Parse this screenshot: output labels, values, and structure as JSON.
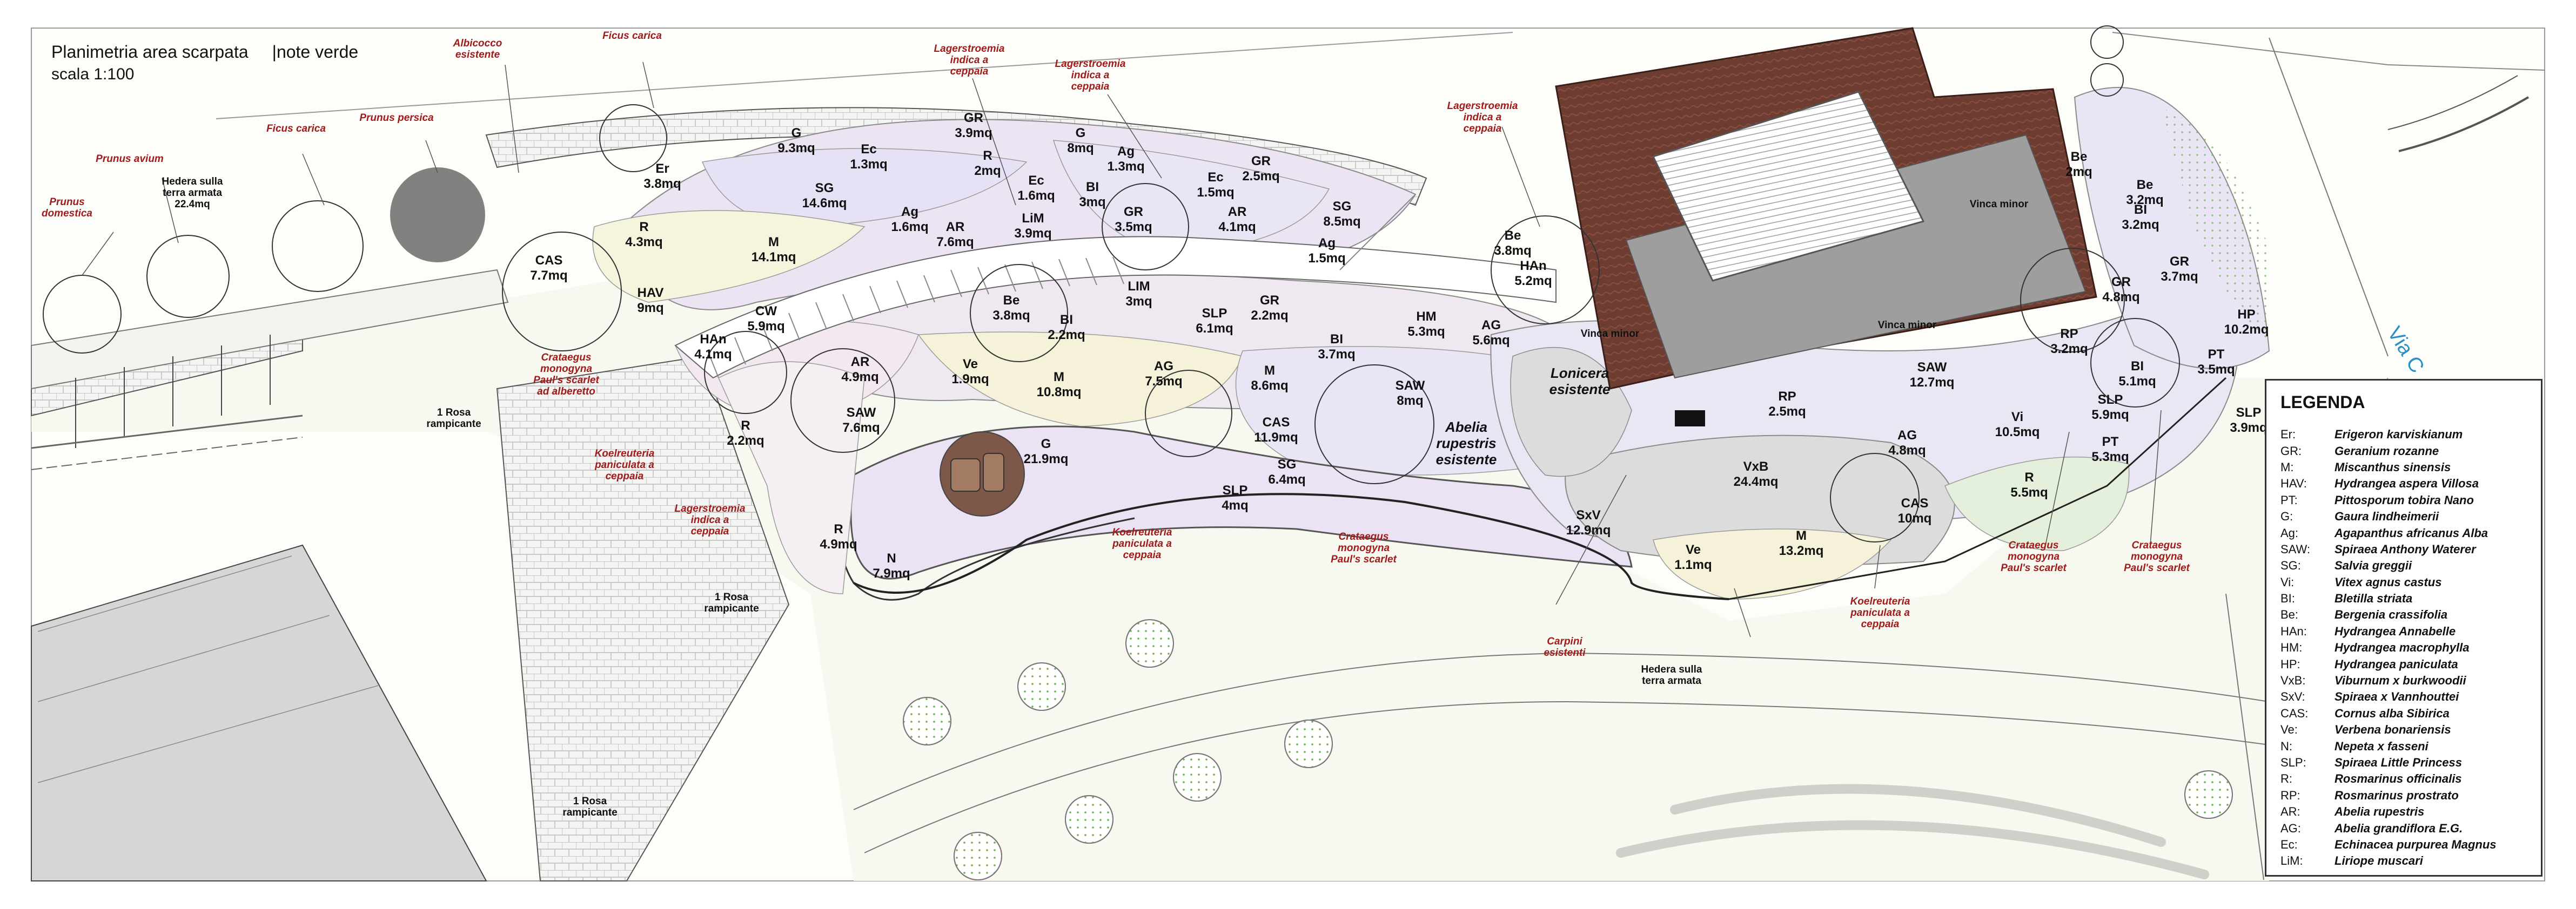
{
  "header": {
    "title": "Planimetria area scarpata",
    "subtitle": "|note verde",
    "scale": "scala 1:100"
  },
  "road_label": "Via C",
  "zones": [
    {
      "code": "Er",
      "area": "3.8mq"
    },
    {
      "code": "R",
      "area": "4.3mq"
    },
    {
      "code": "CAS",
      "area": "7.7mq"
    },
    {
      "code": "HAV",
      "area": "9mq"
    },
    {
      "code": "G",
      "area": "9.3mq"
    },
    {
      "code": "SG",
      "area": "14.6mq"
    },
    {
      "code": "M",
      "area": "14.1mq"
    },
    {
      "code": "Ec",
      "area": "1.3mq"
    },
    {
      "code": "GR",
      "area": "3.9mq"
    },
    {
      "code": "R",
      "area": "2mq"
    },
    {
      "code": "G",
      "area": "8mq"
    },
    {
      "code": "Ag",
      "area": "1.3mq"
    },
    {
      "code": "Ag",
      "area": "1.6mq"
    },
    {
      "code": "Ec",
      "area": "1.6mq"
    },
    {
      "code": "BI",
      "area": "3mq"
    },
    {
      "code": "AR",
      "area": "7.6mq"
    },
    {
      "code": "LiM",
      "area": "3.9mq"
    },
    {
      "code": "GR",
      "area": "3.5mq"
    },
    {
      "code": "Ec",
      "area": "1.5mq"
    },
    {
      "code": "GR",
      "area": "2.5mq"
    },
    {
      "code": "AR",
      "area": "4.1mq"
    },
    {
      "code": "SG",
      "area": "8.5mq"
    },
    {
      "code": "Ag",
      "area": "1.5mq"
    },
    {
      "code": "LIM",
      "area": "3mq"
    },
    {
      "code": "GR",
      "area": "2.2mq"
    },
    {
      "code": "SLP",
      "area": "6.1mq"
    },
    {
      "code": "Be",
      "area": "3.8mq"
    },
    {
      "code": "BI",
      "area": "2.2mq"
    },
    {
      "code": "CW",
      "area": "5.9mq"
    },
    {
      "code": "HAn",
      "area": "4.1mq"
    },
    {
      "code": "AR",
      "area": "4.9mq"
    },
    {
      "code": "Ve",
      "area": "1.9mq"
    },
    {
      "code": "M",
      "area": "10.8mq"
    },
    {
      "code": "AG",
      "area": "7.5mq"
    },
    {
      "code": "M",
      "area": "8.6mq"
    },
    {
      "code": "BI",
      "area": "3.7mq"
    },
    {
      "code": "HM",
      "area": "5.3mq"
    },
    {
      "code": "AG",
      "area": "5.6mq"
    },
    {
      "code": "Be",
      "area": "3.8mq"
    },
    {
      "code": "HAn",
      "area": "5.2mq"
    },
    {
      "code": "SAW",
      "area": "7.6mq"
    },
    {
      "code": "R",
      "area": "2.2mq"
    },
    {
      "code": "CAS",
      "area": "11.9mq"
    },
    {
      "code": "SAW",
      "area": "8mq"
    },
    {
      "code": "G",
      "area": "21.9mq"
    },
    {
      "code": "SG",
      "area": "6.4mq"
    },
    {
      "code": "SLP",
      "area": "4mq"
    },
    {
      "code": "R",
      "area": "4.9mq"
    },
    {
      "code": "N",
      "area": "7.9mq"
    },
    {
      "code": "SxV",
      "area": "12.9mq"
    },
    {
      "code": "Ve",
      "area": "1.1mq"
    },
    {
      "code": "M",
      "area": "13.2mq"
    },
    {
      "code": "RP",
      "area": "2.5mq"
    },
    {
      "code": "SAW",
      "area": "12.7mq"
    },
    {
      "code": "VxB",
      "area": "24.4mq"
    },
    {
      "code": "AG",
      "area": "4.8mq"
    },
    {
      "code": "Vi",
      "area": "10.5mq"
    },
    {
      "code": "CAS",
      "area": "10mq"
    },
    {
      "code": "R",
      "area": "5.5mq"
    },
    {
      "code": "PT",
      "area": "5.3mq"
    },
    {
      "code": "SLP",
      "area": "5.9mq"
    },
    {
      "code": "BI",
      "area": "5.1mq"
    },
    {
      "code": "GR",
      "area": "4.8mq"
    },
    {
      "code": "RP",
      "area": "3.2mq"
    },
    {
      "code": "Be",
      "area": "2mq"
    },
    {
      "code": "Be",
      "area": "3.2mq"
    },
    {
      "code": "BI",
      "area": "3.2mq"
    },
    {
      "code": "GR",
      "area": "3.7mq"
    },
    {
      "code": "HP",
      "area": "10.2mq"
    },
    {
      "code": "PT",
      "area": "3.5mq"
    },
    {
      "code": "SLP",
      "area": "3.9mq"
    }
  ],
  "tree_notes": [
    "Prunus domestica",
    "Prunus avium",
    "Ficus carica",
    "Prunus persica",
    "Albicocco esistente",
    "Ficus carica",
    "Lagerstroemia indica a ceppaia",
    "Lagerstroemia indica a ceppaia",
    "Lagerstroemia indica a ceppaia",
    "Crataegus monogyna Paul's scarlet ad alberetto",
    "Koelreuteria paniculata a ceppaia",
    "Lagerstroemia indica a ceppaia",
    "Koelreuteria paniculata a ceppaia",
    "Crataegus monogyna Paul's scarlet",
    "Carpini esistenti",
    "Koelreuteria paniculata a ceppaia",
    "Crataegus monogyna Paul's scarlet",
    "Crataegus monogyna Paul's scarlet"
  ],
  "black_notes": [
    "Hedera sulla terra armata 22.4mq",
    "1 Rosa rampicante",
    "1 Rosa rampicante",
    "1 Rosa rampicante",
    "Hedera sulla terra armata",
    "Vinca minor",
    "Vinca minor",
    "Vinca minor"
  ],
  "existing_labels": [
    "Lonicera esistente",
    "Abelia rupestris esistente"
  ],
  "legend": {
    "title": "LEGENDA",
    "items": [
      {
        "code": "Er:",
        "name": "Erigeron karviskianum"
      },
      {
        "code": "GR:",
        "name": "Geranium rozanne"
      },
      {
        "code": "M:",
        "name": "Miscanthus sinensis"
      },
      {
        "code": "HAV:",
        "name": "Hydrangea aspera Villosa"
      },
      {
        "code": "PT:",
        "name": "Pittosporum tobira Nano"
      },
      {
        "code": "G:",
        "name": "Gaura lindheimerii"
      },
      {
        "code": "Ag:",
        "name": "Agapanthus africanus Alba"
      },
      {
        "code": "SAW:",
        "name": "Spiraea Anthony Waterer"
      },
      {
        "code": "SG:",
        "name": "Salvia greggii"
      },
      {
        "code": "Vi:",
        "name": "Vitex agnus castus"
      },
      {
        "code": "BI:",
        "name": "Bletilla striata"
      },
      {
        "code": "Be:",
        "name": "Bergenia crassifolia"
      },
      {
        "code": "HAn:",
        "name": "Hydrangea Annabelle"
      },
      {
        "code": "HM:",
        "name": "Hydrangea macrophylla"
      },
      {
        "code": "HP:",
        "name": "Hydrangea paniculata"
      },
      {
        "code": "VxB:",
        "name": "Viburnum x burkwoodii"
      },
      {
        "code": "SxV:",
        "name": "Spiraea x Vannhouttei"
      },
      {
        "code": "CAS:",
        "name": "Cornus alba Sibirica"
      },
      {
        "code": "Ve:",
        "name": "Verbena bonariensis"
      },
      {
        "code": "N:",
        "name": "Nepeta x fasseni"
      },
      {
        "code": "SLP:",
        "name": "Spiraea Little Princess"
      },
      {
        "code": "R:",
        "name": "Rosmarinus officinalis"
      },
      {
        "code": "RP:",
        "name": "Rosmarinus prostrato"
      },
      {
        "code": "AR:",
        "name": "Abelia rupestris"
      },
      {
        "code": "AG:",
        "name": "Abelia grandiflora E.G."
      },
      {
        "code": "Ec:",
        "name": "Echinacea purpurea Magnus"
      },
      {
        "code": "LiM:",
        "name": "Liriope muscari"
      }
    ]
  }
}
